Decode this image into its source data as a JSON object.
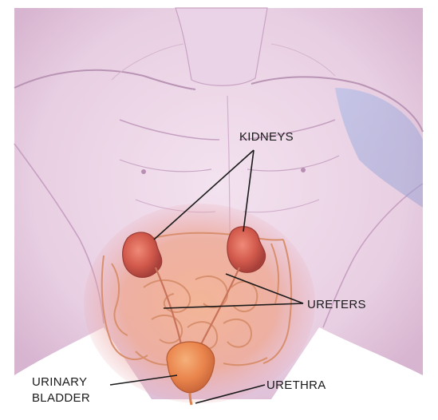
{
  "labels": {
    "kidneys": "KIDNEYS",
    "ureters": "URETERS",
    "urinary": "URINARY",
    "bladder": "BLADDER",
    "urethra": "URETHRA"
  },
  "colors": {
    "background": "#ffffff",
    "skin_light": "#f3e2ef",
    "skin_mid": "#dcbad6",
    "skin_shadow": "#b888b4",
    "shoulder_blue": "#9aa6d6",
    "organ_glow": "#f0a98a",
    "kidney": "#d0554a",
    "intestine": "#e8b08c",
    "bladder": "#e9844c",
    "leader_line": "#1a1a1a"
  }
}
